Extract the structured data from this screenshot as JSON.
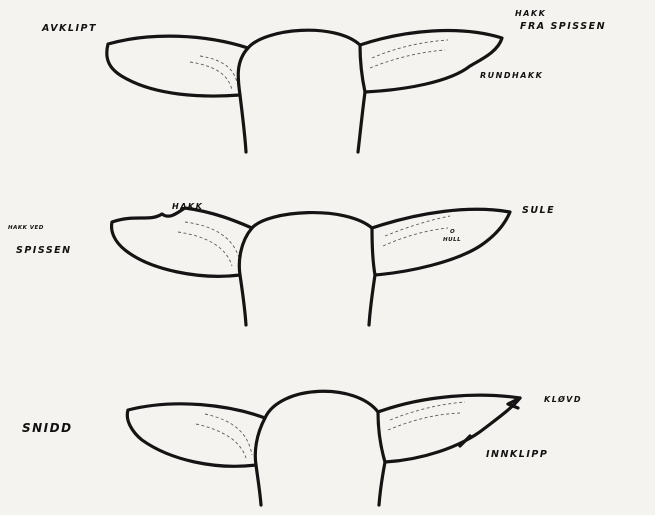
{
  "figure_1": {
    "label_left": "AVKLIPT",
    "label_right_top_line1": "HAKK",
    "label_right_top_line2": "FRA SPISSEN",
    "label_right_bottom": "RUNDHAKK"
  },
  "figure_2": {
    "label_left_line1": "HAKK VED",
    "label_left_line2": "SPISSEN",
    "label_top": "HAKK",
    "label_right": "SULE",
    "label_hole_line1": "O",
    "label_hole_line2": "HULL"
  },
  "figure_3": {
    "label_left": "SNIDD",
    "label_right_top": "KLØVD",
    "label_right_bottom": "INNKLIPP"
  }
}
